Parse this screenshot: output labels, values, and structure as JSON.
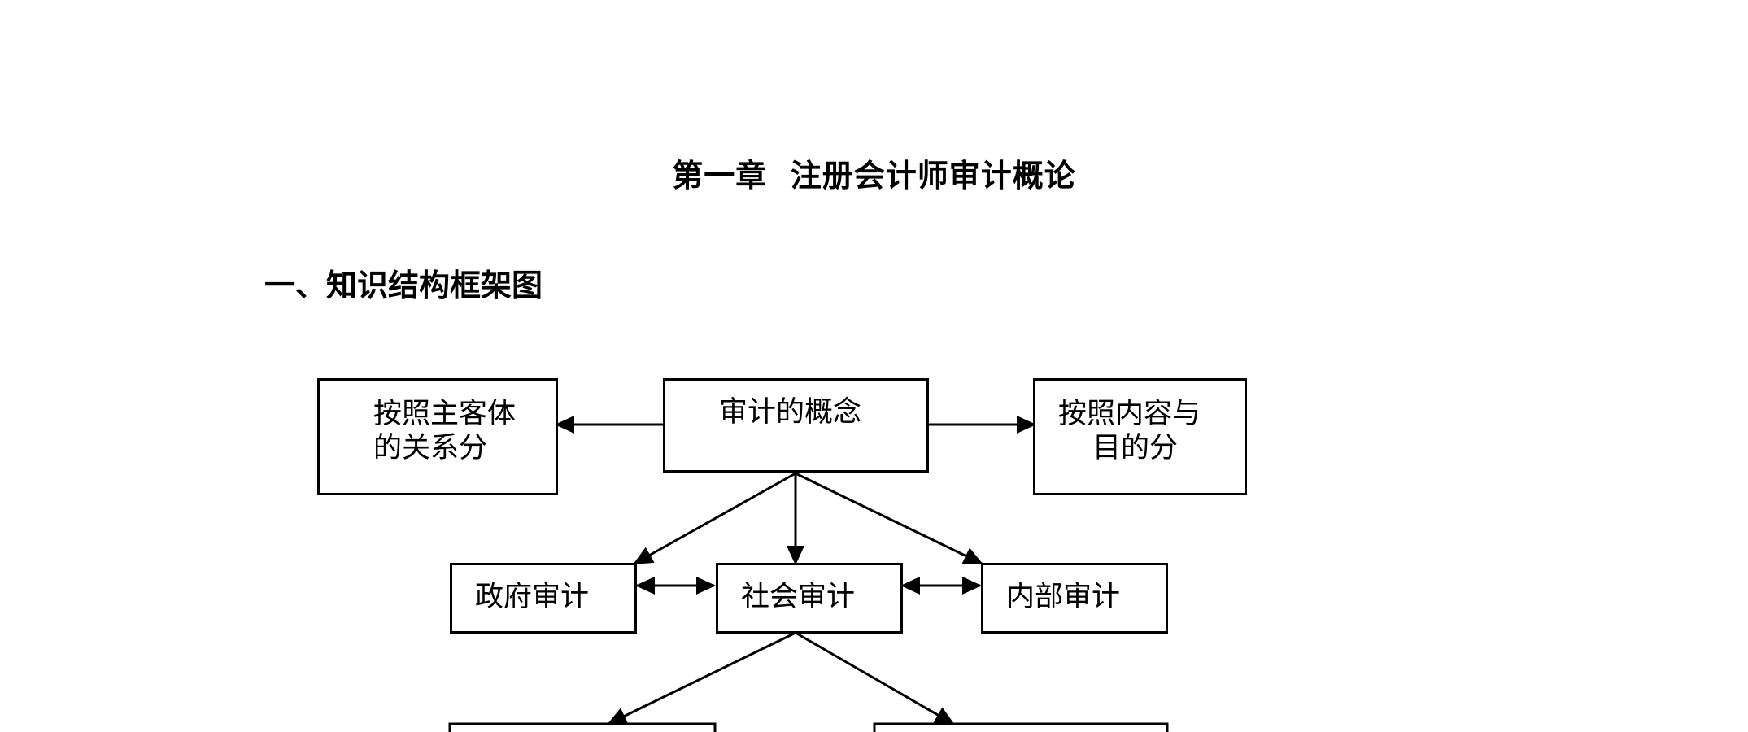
{
  "document": {
    "chapter_title": "第一章  注册会计师审计概论",
    "section_heading": "一、知识结构框架图"
  },
  "diagram": {
    "concept_box": "审计的概念",
    "by_relationship_box": {
      "line1": "按照主客体",
      "line2": "的关系分"
    },
    "by_content_box": {
      "line1": "按照内容与",
      "line2": "目的分"
    },
    "government_audit": "政府审计",
    "social_audit": "社会审计",
    "internal_audit": "内部审计"
  }
}
